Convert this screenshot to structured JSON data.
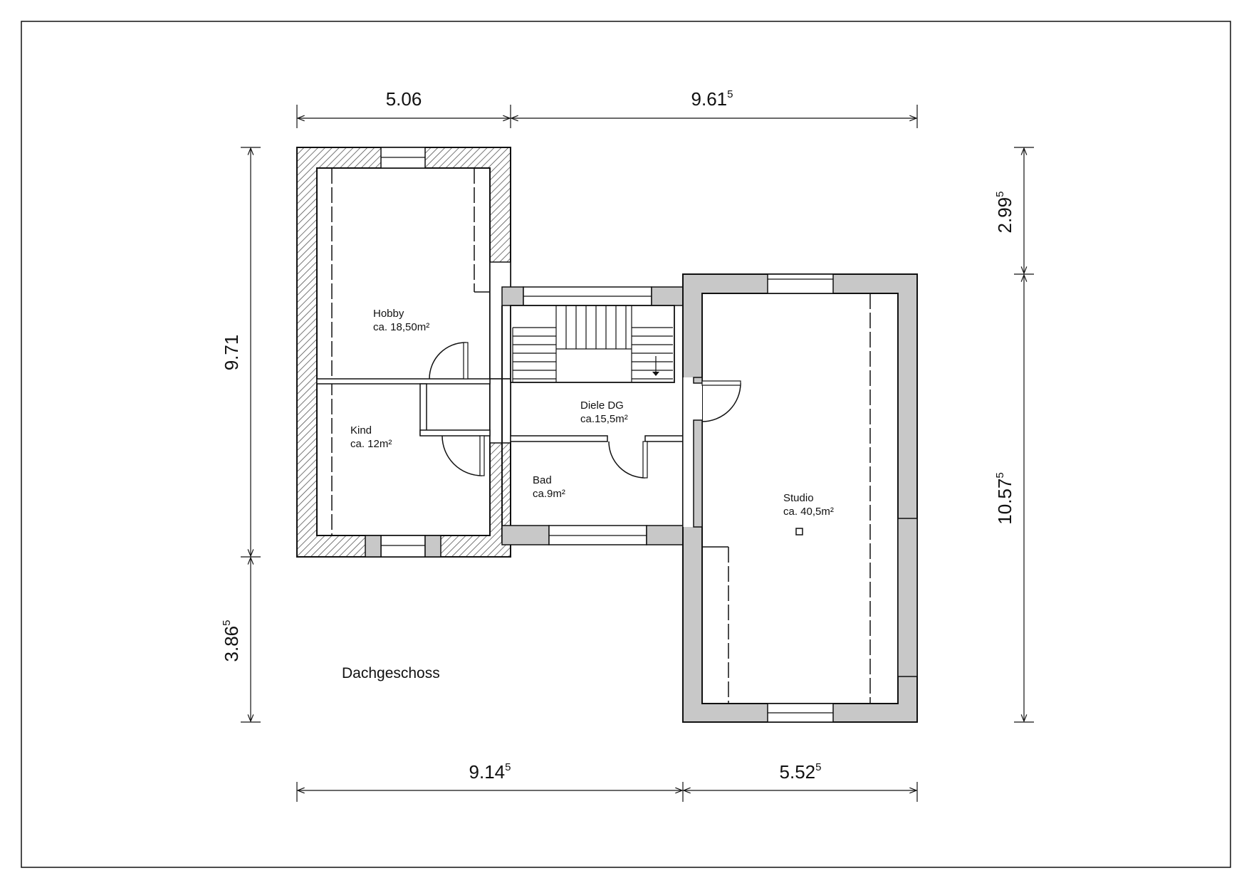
{
  "plan": {
    "title": "Dachgeschoss",
    "rooms": [
      {
        "name": "Hobby",
        "area": "ca. 18,50m²"
      },
      {
        "name": "Kind",
        "area": "ca. 12m²"
      },
      {
        "name": "Diele DG",
        "area": "ca.15,5m²"
      },
      {
        "name": "Bad",
        "area": "ca.9m²"
      },
      {
        "name": "Studio",
        "area": "ca. 40,5m²"
      }
    ],
    "dimensions": {
      "top_left": {
        "main": "5.06",
        "sup": ""
      },
      "top_right": {
        "main": "9.61",
        "sup": "5"
      },
      "bottom_left": {
        "main": "9.14",
        "sup": "5"
      },
      "bottom_right": {
        "main": "5.52",
        "sup": "5"
      },
      "left_upper": {
        "main": "9.71",
        "sup": ""
      },
      "left_lower": {
        "main": "3.86",
        "sup": "5"
      },
      "right_upper": {
        "main": "2.99",
        "sup": "5"
      },
      "right_lower": {
        "main": "10.57",
        "sup": "5"
      }
    },
    "colors": {
      "wall_fill": "#c8c8c8",
      "line": "#111111",
      "hatch": "#555555"
    }
  }
}
